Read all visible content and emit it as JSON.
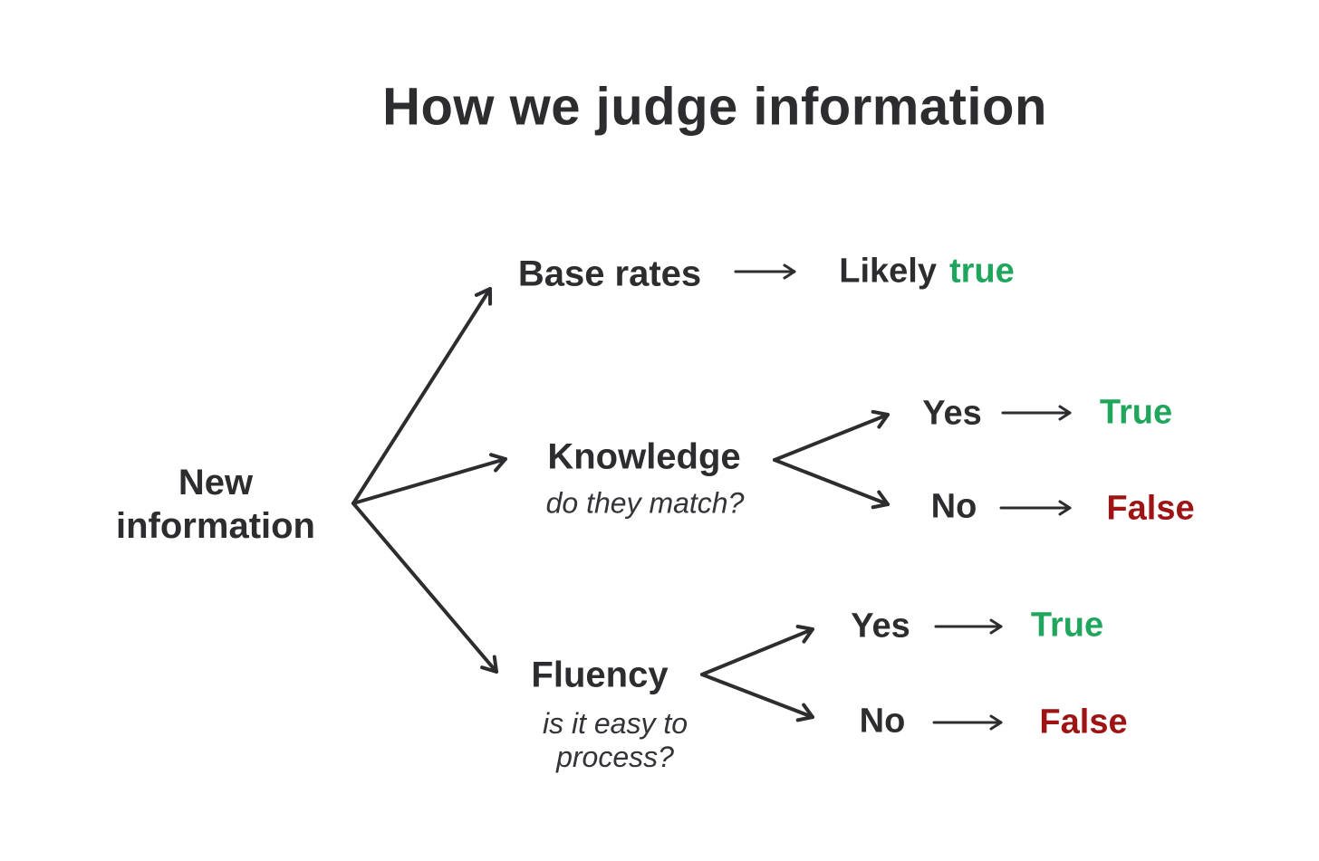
{
  "title": "How we judge information",
  "root": {
    "line1": "New",
    "line2": "information"
  },
  "branches": {
    "base_rates": {
      "label": "Base rates",
      "outcome_prefix": "Likely",
      "outcome": "true"
    },
    "knowledge": {
      "label": "Knowledge",
      "subtitle": "do they match?",
      "yes_label": "Yes",
      "yes_outcome": "True",
      "no_label": "No",
      "no_outcome": "False"
    },
    "fluency": {
      "label": "Fluency",
      "subtitle_line1": "is it easy to",
      "subtitle_line2": "process?",
      "yes_label": "Yes",
      "yes_outcome": "True",
      "no_label": "No",
      "no_outcome": "False"
    }
  },
  "colors": {
    "ink": "#2d2d30",
    "true_green": "#1fa65c",
    "false_red": "#9e1414",
    "background": "#ffffff"
  }
}
